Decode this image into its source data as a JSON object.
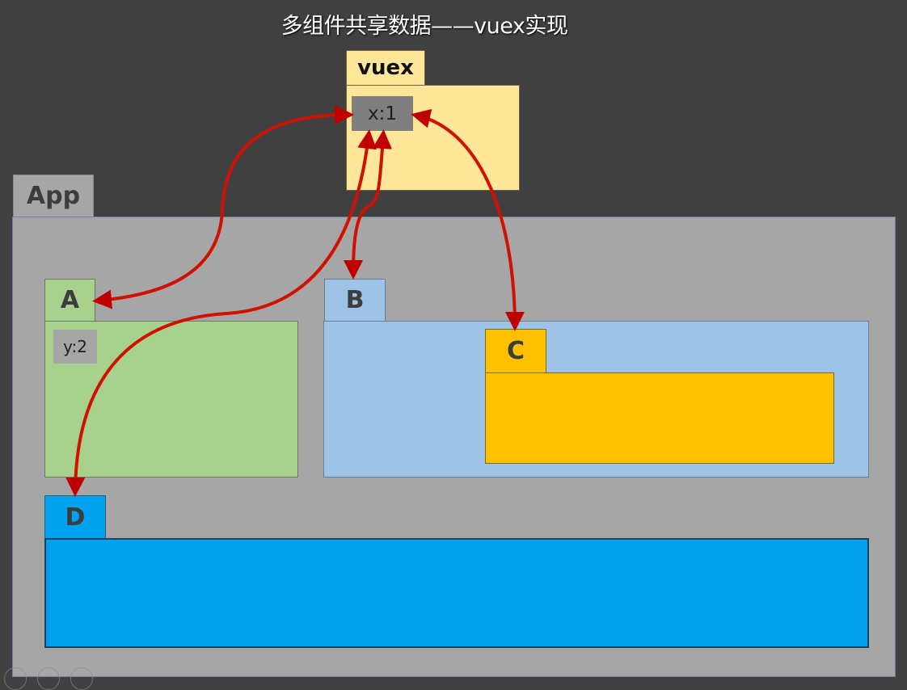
{
  "title": "多组件共享数据——vuex实现",
  "vuex": {
    "label": "vuex",
    "state": "x:1",
    "tab_color": "#ffe699",
    "body_color": "#ffe699",
    "state_bg": "#7f7f7f"
  },
  "app": {
    "label": "App",
    "tab_color": "#a6a6a6",
    "body_color": "#a6a6a6"
  },
  "components": {
    "a": {
      "label": "A",
      "data": "y:2",
      "color": "#a9d18e"
    },
    "b": {
      "label": "B",
      "color": "#9dc3e6"
    },
    "c": {
      "label": "C",
      "color": "#ffc000"
    },
    "d": {
      "label": "D",
      "color": "#00a2ef"
    }
  },
  "arrows": {
    "color": "#c00000",
    "links": [
      "vuex<->A",
      "vuex<->B",
      "vuex<->C",
      "vuex<->D"
    ]
  },
  "player_controls": [
    "zoom-icon",
    "keyboard-icon",
    "more-icon"
  ]
}
